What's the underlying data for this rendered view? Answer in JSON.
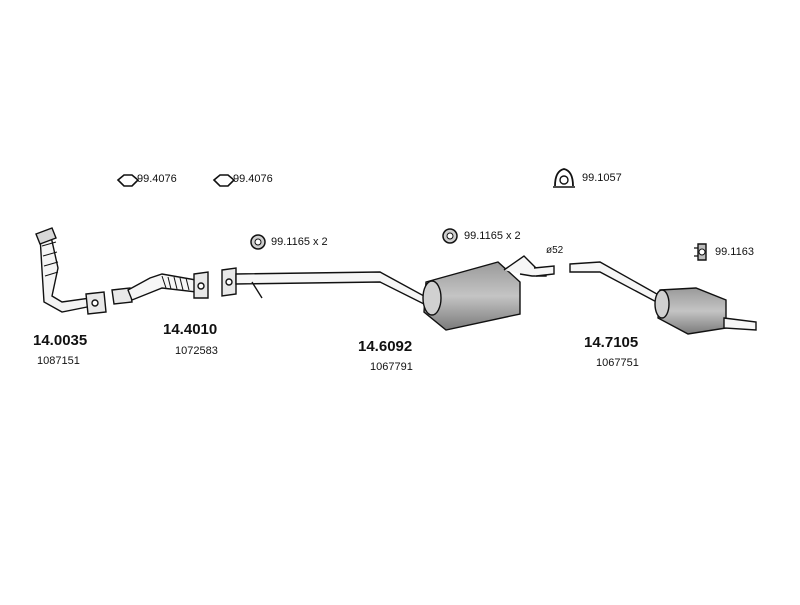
{
  "diagram": {
    "accessories": [
      {
        "code": "99.4076",
        "icon": "gasket-ring-icon"
      },
      {
        "code": "99.4076",
        "icon": "gasket-ring-icon"
      },
      {
        "code": "99.1057",
        "icon": "clamp-icon"
      },
      {
        "code": "99.1165 x 2",
        "icon": "rubber-hanger-icon"
      },
      {
        "code": "99.1165 x 2",
        "icon": "rubber-hanger-icon"
      },
      {
        "code": "99.1163",
        "icon": "bracket-icon"
      }
    ],
    "diameter": "ø52",
    "parts": [
      {
        "number": "14.0035",
        "oe": "1087151",
        "name": "catalytic converter front pipe"
      },
      {
        "number": "14.4010",
        "oe": "1072583",
        "name": "flex pipe"
      },
      {
        "number": "14.6092",
        "oe": "1067791",
        "name": "centre silencer"
      },
      {
        "number": "14.7105",
        "oe": "1067751",
        "name": "rear silencer"
      }
    ],
    "colors": {
      "line": "#1a1a1a",
      "muffler_fill": "#8a8a8a",
      "pipe_fill": "#ffffff"
    }
  }
}
